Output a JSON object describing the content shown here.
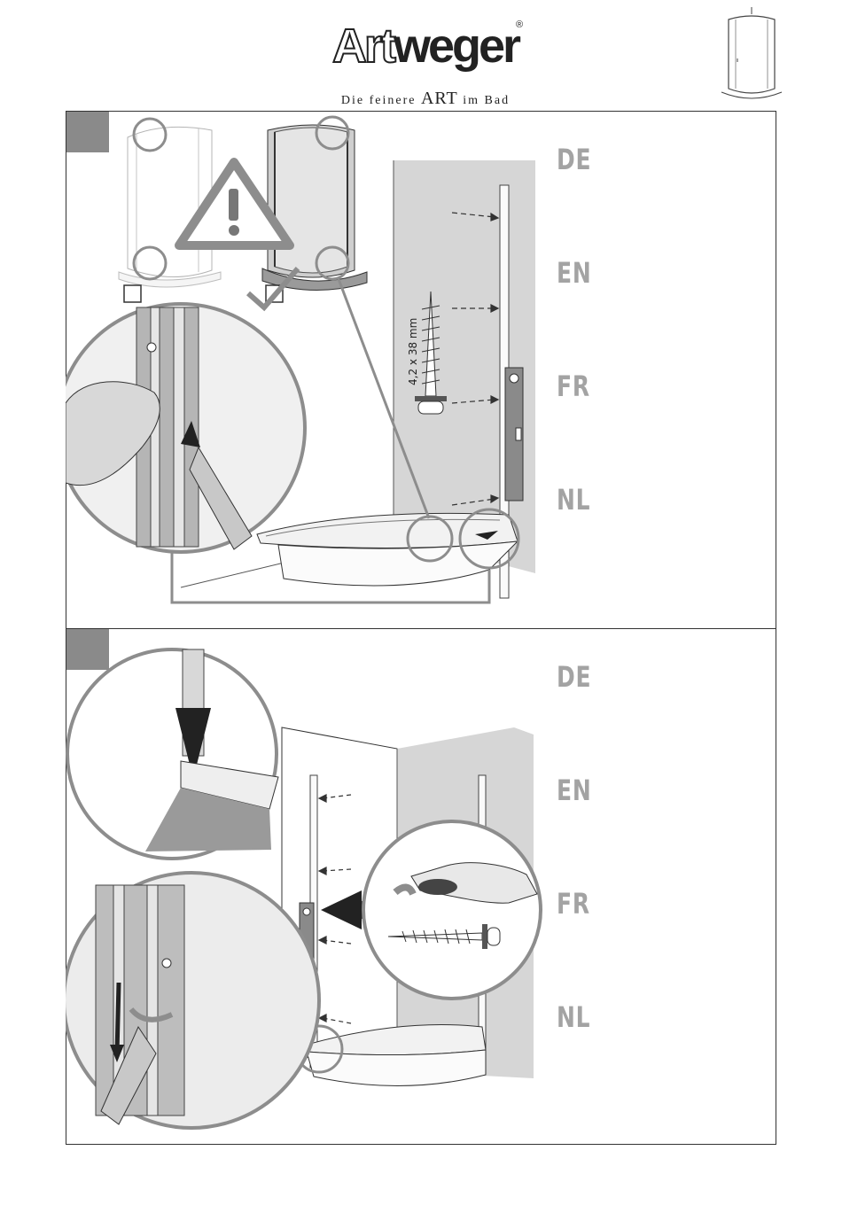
{
  "header": {
    "logo_brand_part1": "Art",
    "logo_brand_part2": "weger",
    "logo_registered": "®",
    "tagline_pre": "Die feinere ",
    "tagline_art": "ART",
    "tagline_post": " im Bad",
    "thumbnail_icon": "shower-enclosure-icon"
  },
  "steps": [
    {
      "languages": [
        "DE",
        "EN",
        "FR",
        "NL"
      ],
      "screw_dimension": "4,2 x 38 mm",
      "icons": [
        "warning-triangle-icon",
        "checkmark-icon",
        "level-tool-icon",
        "screw-icon"
      ]
    },
    {
      "languages": [
        "DE",
        "EN",
        "FR",
        "NL"
      ],
      "icons": [
        "down-arrow-icon",
        "drill-icon",
        "screw-icon",
        "level-tool-icon"
      ]
    }
  ],
  "colors": {
    "step_box": "#8a8a8a",
    "lang_label": "#a3a3a3",
    "wall": "#d6d6d6",
    "callout_ring": "#8d8d8d"
  }
}
